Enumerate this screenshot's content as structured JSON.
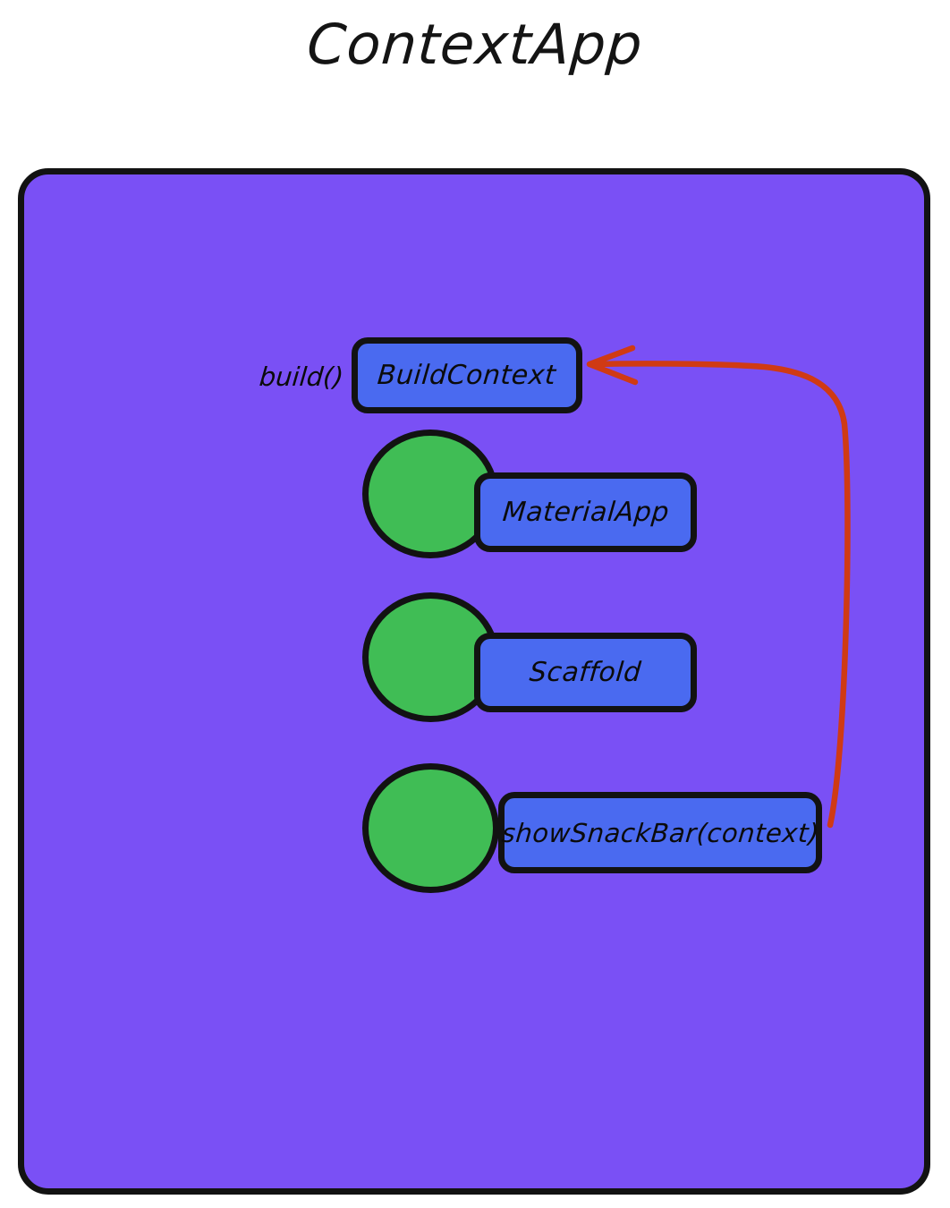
{
  "diagram": {
    "title": "ContextApp",
    "type": "flowchart",
    "background": "#ffffff",
    "colors": {
      "container_fill": "#7A50F5",
      "node_fill": "#4A6AF0",
      "circle_fill": "#40BD55",
      "stroke": "#121212",
      "arrow": "#D03A14",
      "text": "#0b0b0b"
    },
    "container": {
      "name": "ContextApp container",
      "fill": "#7A50F5"
    },
    "labels": {
      "build": "build()"
    },
    "nodes": [
      {
        "id": "buildcontext",
        "label": "BuildContext",
        "shape": "rounded-rect",
        "fill": "#4A6AF0",
        "has_circle": false
      },
      {
        "id": "materialapp",
        "label": "MaterialApp",
        "shape": "rounded-rect",
        "fill": "#4A6AF0",
        "has_circle": true,
        "circle_fill": "#40BD55"
      },
      {
        "id": "scaffold",
        "label": "Scaffold",
        "shape": "rounded-rect",
        "fill": "#4A6AF0",
        "has_circle": true,
        "circle_fill": "#40BD55"
      },
      {
        "id": "snackbar",
        "label": "showSnackBar(context)",
        "shape": "rounded-rect",
        "fill": "#4A6AF0",
        "has_circle": true,
        "circle_fill": "#40BD55"
      }
    ],
    "edges": [
      {
        "id": "snackbar-to-buildcontext",
        "from": "snackbar",
        "to": "buildcontext",
        "label": "",
        "color": "#D03A14",
        "style": "curved",
        "arrowhead": "open-v"
      }
    ]
  }
}
